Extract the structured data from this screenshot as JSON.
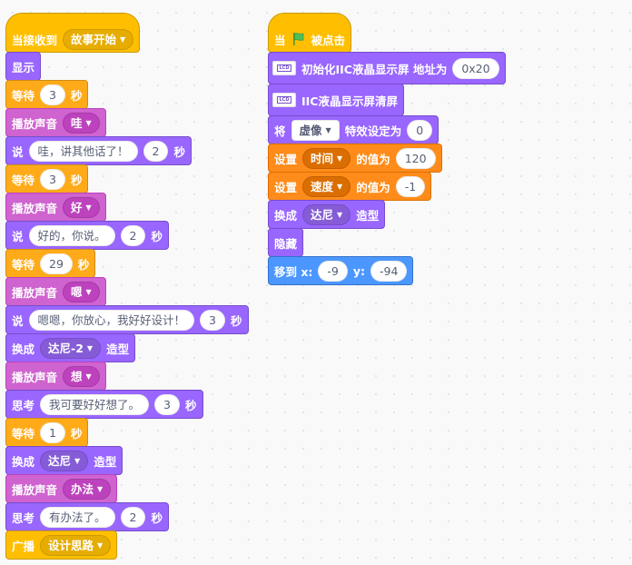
{
  "left_script": {
    "hat_label": "当接收到",
    "hat_message": "故事开始",
    "blocks": [
      {
        "label": "显示"
      },
      {
        "label": "等待",
        "value": "3",
        "suffix": "秒"
      },
      {
        "label": "播放声音",
        "option": "哇"
      },
      {
        "label": "说",
        "text": "哇，讲其他话了！",
        "value": "2",
        "suffix": "秒"
      },
      {
        "label": "等待",
        "value": "3",
        "suffix": "秒"
      },
      {
        "label": "播放声音",
        "option": "好"
      },
      {
        "label": "说",
        "text": "好的，你说。",
        "value": "2",
        "suffix": "秒"
      },
      {
        "label": "等待",
        "value": "29",
        "suffix": "秒"
      },
      {
        "label": "播放声音",
        "option": "嗯"
      },
      {
        "label": "说",
        "text": "嗯嗯，你放心，我好好设计！",
        "value": "3",
        "suffix": "秒"
      },
      {
        "label": "换成",
        "option": "达尼-2",
        "suffix": "造型"
      },
      {
        "label": "播放声音",
        "option": "想"
      },
      {
        "label": "思考",
        "text": "我可要好好想了。",
        "value": "3",
        "suffix": "秒"
      },
      {
        "label": "等待",
        "value": "1",
        "suffix": "秒"
      },
      {
        "label": "换成",
        "option": "达尼",
        "suffix": "造型"
      },
      {
        "label": "播放声音",
        "option": "办法"
      },
      {
        "label": "思考",
        "text": "有办法了。",
        "value": "2",
        "suffix": "秒"
      },
      {
        "label": "广播",
        "option": "设计思路"
      }
    ]
  },
  "right_script": {
    "hat_when": "当",
    "hat_clicked": "被点击",
    "lcd_init_label": "初始化IIC液晶显示屏 地址为",
    "lcd_init_address": "0x20",
    "lcd_clear_label": "IIC液晶显示屏清屏",
    "effect_prefix": "将",
    "effect_option": "虚像",
    "effect_label": "特效设定为",
    "effect_value": "0",
    "set1_prefix": "设置",
    "set1_option": "时间",
    "set1_label": "的值为",
    "set1_value": "120",
    "set2_prefix": "设置",
    "set2_option": "速度",
    "set2_label": "的值为",
    "set2_value": "-1",
    "costume_prefix": "换成",
    "costume_option": "达尼",
    "costume_suffix": "造型",
    "hide_label": "隐藏",
    "goto_prefix": "移到 x:",
    "goto_x": "-9",
    "goto_y_label": "y:",
    "goto_y": "-94"
  },
  "colors": {
    "events": "#ffbf00",
    "looks": "#9966ff",
    "sound": "#cf63cf",
    "control": "#ffab19",
    "motion": "#4c97ff",
    "flag": "#4cbf56"
  },
  "icons": {
    "flag": "green-flag-icon",
    "dropdown": "dropdown-arrow-icon",
    "lcd": "lcd-display-icon"
  }
}
